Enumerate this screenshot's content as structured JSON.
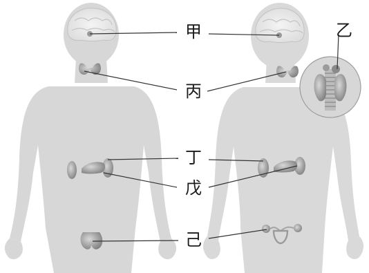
{
  "labels": {
    "jia": "甲",
    "yi": "乙",
    "bing": "丙",
    "ding": "丁",
    "wu": "戊",
    "ji": "己"
  }
}
